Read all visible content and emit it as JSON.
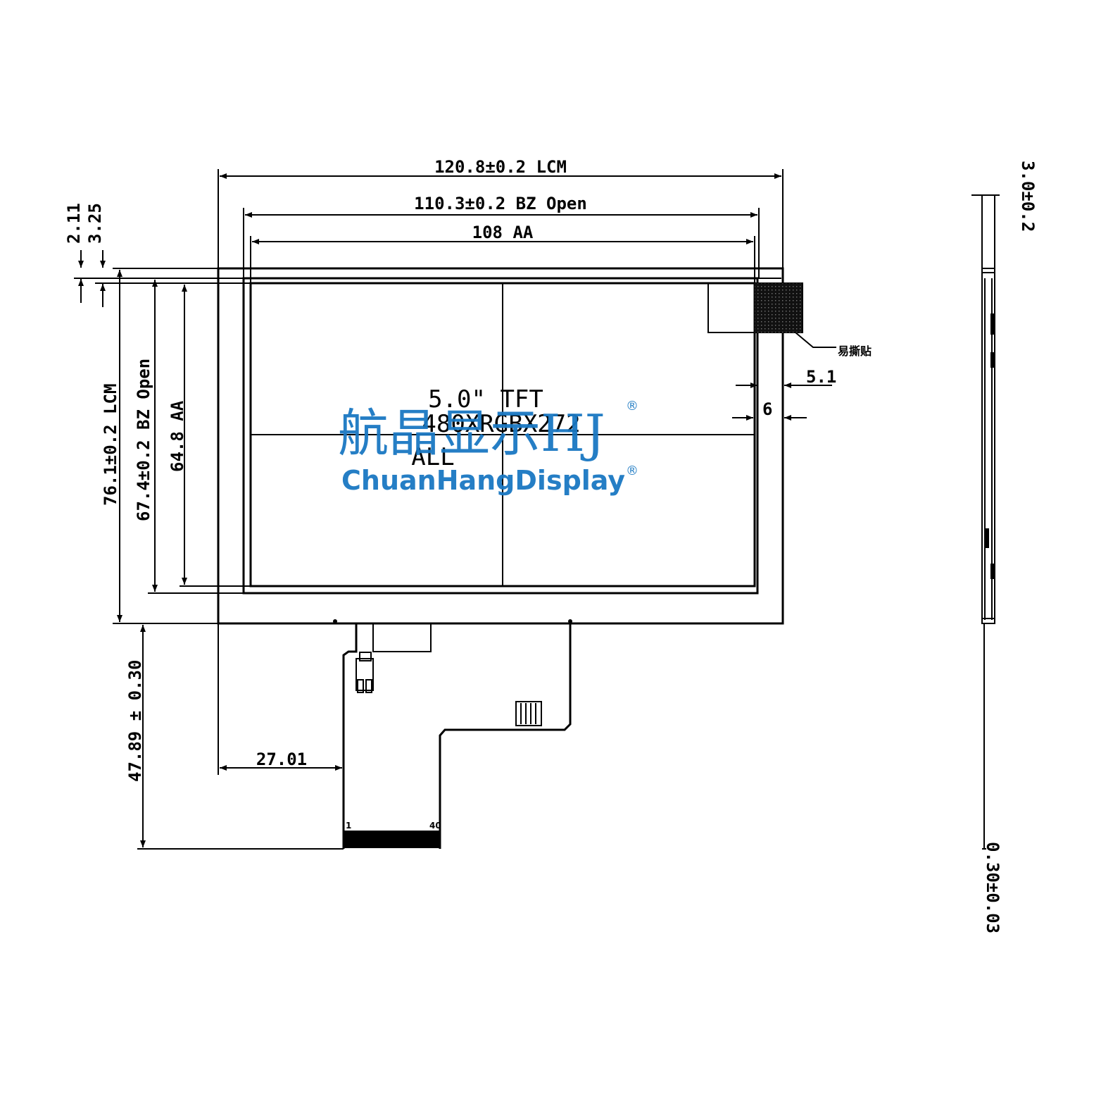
{
  "dimensions": {
    "lcm_width": "120.8±0.2 LCM",
    "bz_open_width": "110.3±0.2 BZ Open",
    "aa_width": "108 AA",
    "top_offset_1": "2.11",
    "top_offset_2": "3.25",
    "lcm_height": "76.1±0.2 LCM",
    "bz_open_height": "67.4±0.2 BZ Open",
    "aa_height": "64.8 AA",
    "right_offset_1": "5.1",
    "right_offset_2": "6",
    "fpc_length": "47.89 ± 0.30",
    "fpc_offset": "27.01",
    "thickness": "3.0±0.2",
    "fpc_thickness": "0.30±0.03"
  },
  "panel": {
    "line1": "5.0\" TFT",
    "line2": "480XRGBX272",
    "line3": "ALL"
  },
  "labels": {
    "peel_sticker": "易撕贴",
    "pin_first": "1",
    "pin_last": "40"
  },
  "watermark": {
    "chinese": "航晶显示HJ",
    "english": "ChuanHangDisplay",
    "registered": "®",
    "color": "#1a78c2"
  }
}
